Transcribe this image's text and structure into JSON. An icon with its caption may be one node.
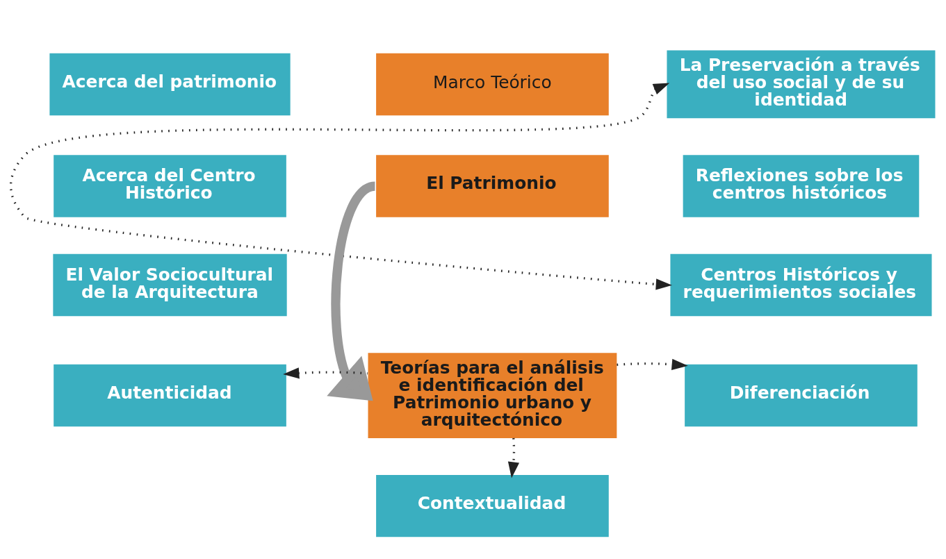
{
  "diagram": {
    "nodes": [
      {
        "text": [
          "Marco Teórico"
        ]
      },
      {
        "text": [
          "Acerca del patrimonio"
        ]
      },
      {
        "text": [
          "Acerca del Centro Histórico"
        ]
      },
      {
        "text": [
          "El Valor Sociocultural de la Arquitectura"
        ]
      },
      {
        "text": [
          "La Preservación a través del uso social y de su identidad"
        ]
      },
      {
        "text": [
          "El Patrimonio"
        ]
      },
      {
        "text": [
          "Reflexiones sobre los centros históricos"
        ]
      },
      {
        "text": [
          "Centros Históricos y requerimientos sociales"
        ]
      },
      {
        "text": [
          "Teorías para el análisis e identificación del Patrimonio urbano y arquitectónico"
        ]
      },
      {
        "text": [
          "Autenticidad"
        ]
      },
      {
        "text": [
          "Diferenciación"
        ]
      },
      {
        "text": [
          "Contextualidad"
        ]
      }
    ],
    "edges": [
      {
        "from": 4,
        "to": 7,
        "arrow": "both",
        "style": "dashed"
      },
      {
        "from": 5,
        "to": 8,
        "arrow": "to",
        "style": "thick",
        "color": "#999999"
      },
      {
        "from": 8,
        "to": 9,
        "arrow": "to",
        "style": "dashed"
      },
      {
        "from": 8,
        "to": 10,
        "arrow": "to",
        "style": "dashed"
      },
      {
        "from": 8,
        "to": 11,
        "arrow": "to",
        "style": "dashed"
      }
    ]
  }
}
